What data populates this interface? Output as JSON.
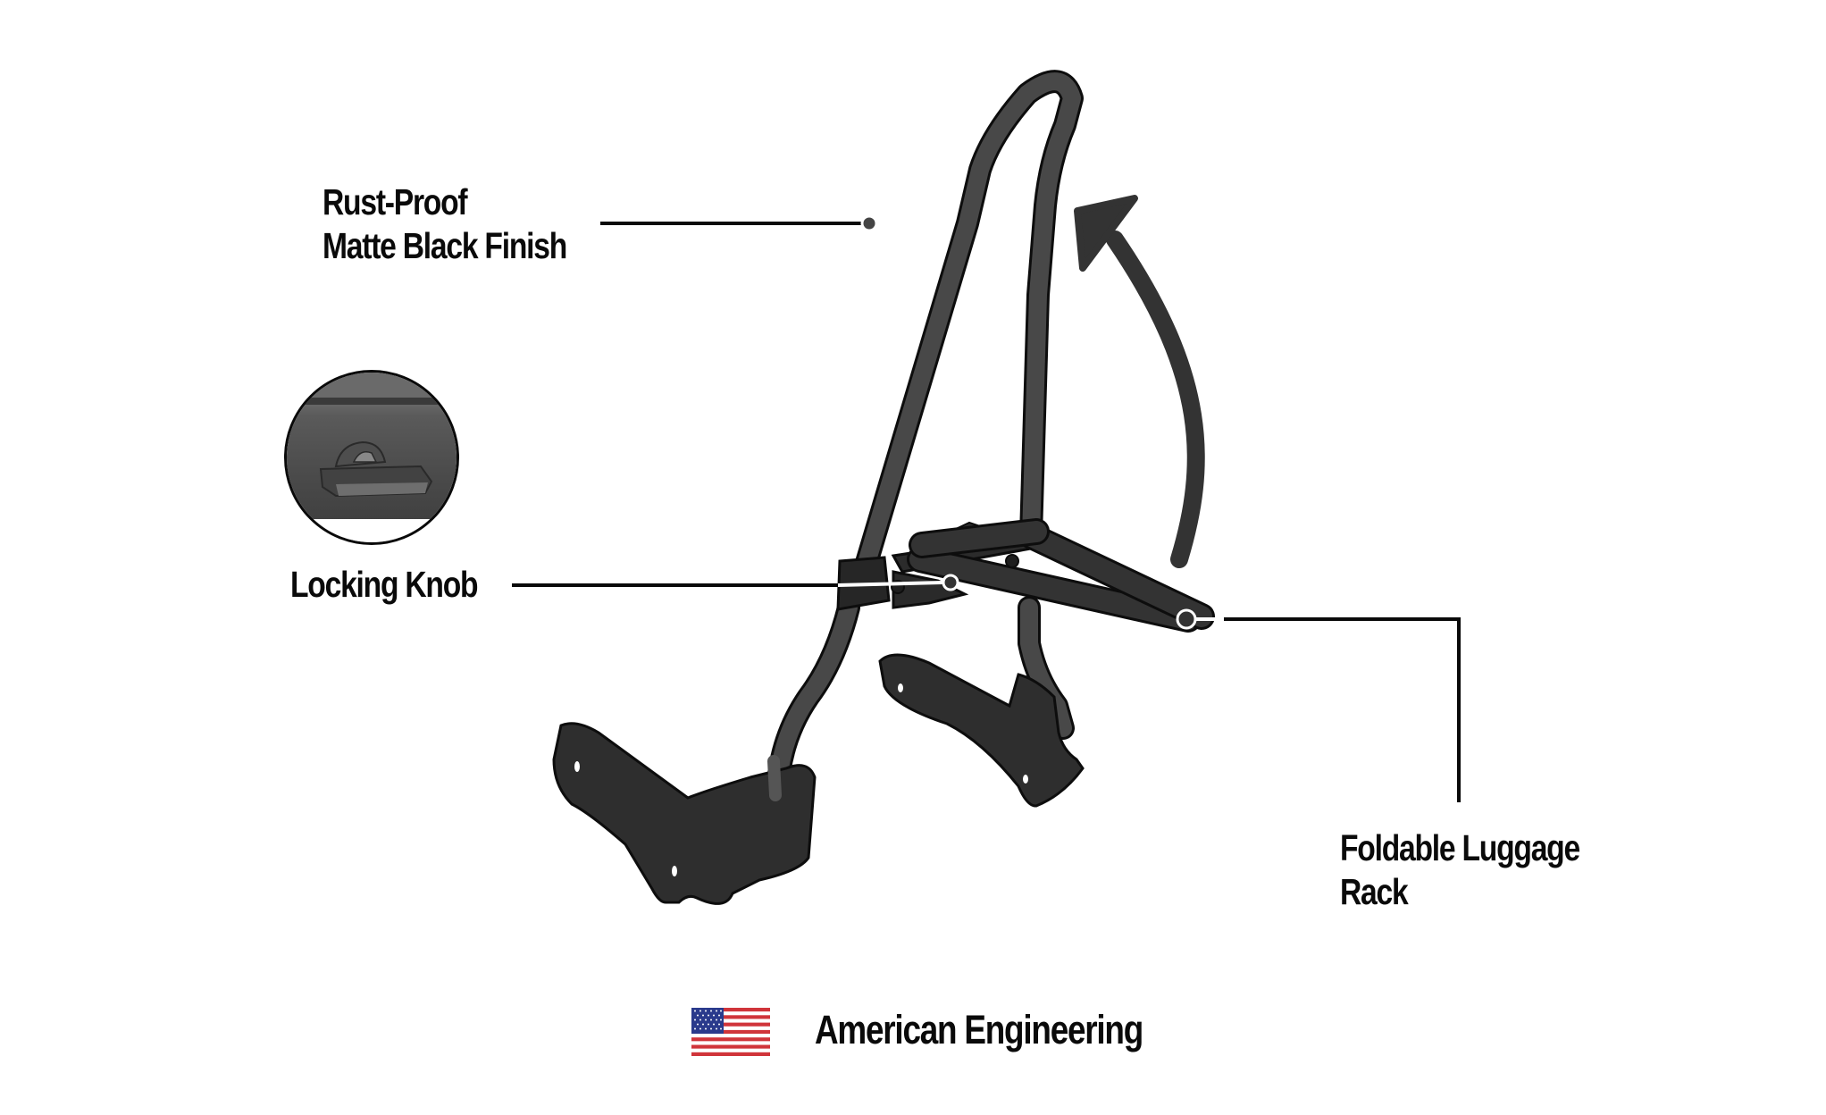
{
  "callouts": [
    {
      "id": "rust-proof",
      "lines": [
        "Rust-Proof",
        "Matte Black Finish"
      ]
    },
    {
      "id": "locking-knob",
      "lines": [
        "Locking Knob"
      ]
    },
    {
      "id": "foldable-rack",
      "lines": [
        "Foldable Luggage",
        "Rack"
      ]
    }
  ],
  "footer": {
    "flag_icon": "us-flag-icon",
    "text": "American Engineering"
  },
  "illustration": {
    "subject": "motorcycle sissy bar backrest with foldable luggage rack",
    "fold_arrow_icon": "curved-arrow-up-icon",
    "knob_inset_icon": "locking-knob-closeup"
  },
  "colors": {
    "background": "#ffffff",
    "text": "#0a0a0a",
    "tube": "#484848",
    "plate": "#2e2e2e",
    "outline": "#0d0d0d",
    "arrow": "#333333",
    "flag_red": "#d0343a",
    "flag_blue": "#2a3a8c"
  }
}
